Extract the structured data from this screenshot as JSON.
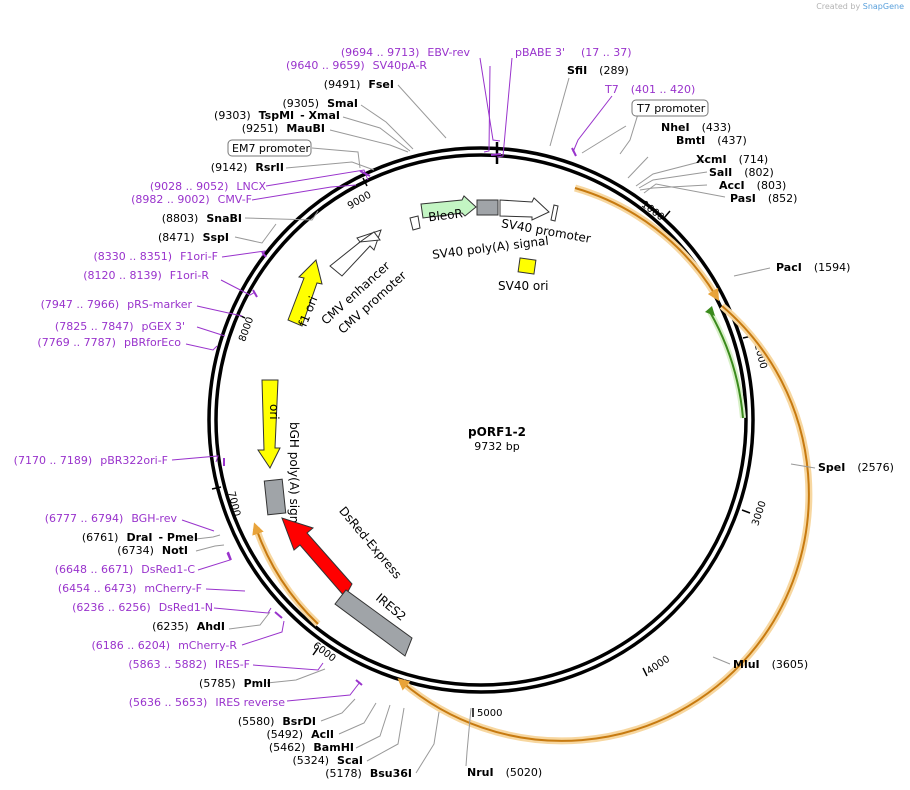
{
  "header": {
    "created_by": "Created by",
    "brand": "SnapGene"
  },
  "plasmid": {
    "name": "pORF1-2",
    "size_label": "9732 bp"
  },
  "ticks": [
    "1000",
    "2000",
    "3000",
    "4000",
    "5000",
    "6000",
    "7000",
    "8000",
    "9000"
  ],
  "enzymes_right": [
    {
      "name": "SfiI",
      "pos": "(289)"
    },
    {
      "name": "NheI",
      "pos": "(433)"
    },
    {
      "name": "BmtI",
      "pos": "(437)"
    },
    {
      "name": "XcmI",
      "pos": "(714)"
    },
    {
      "name": "SalI",
      "pos": "(802)"
    },
    {
      "name": "AccI",
      "pos": "(803)"
    },
    {
      "name": "PasI",
      "pos": "(852)"
    },
    {
      "name": "PacI",
      "pos": "(1594)"
    },
    {
      "name": "SpeI",
      "pos": "(2576)"
    },
    {
      "name": "MluI",
      "pos": "(3605)"
    },
    {
      "name": "NruI",
      "pos": "(5020)"
    }
  ],
  "enzymes_left": [
    {
      "name": "FseI",
      "pos": "(9491)"
    },
    {
      "name": "SmaI",
      "pos": "(9305)"
    },
    {
      "name": "TspMI",
      "pos": "(9303)",
      "extra": "- XmaI"
    },
    {
      "name": "MauBI",
      "pos": "(9251)"
    },
    {
      "name": "RsrII",
      "pos": "(9142)"
    },
    {
      "name": "SnaBI",
      "pos": "(8803)"
    },
    {
      "name": "SspI",
      "pos": "(8471)"
    },
    {
      "name": "DraI",
      "pos": "(6761)",
      "extra": "- PmeI"
    },
    {
      "name": "NotI",
      "pos": "(6734)"
    },
    {
      "name": "AhdI",
      "pos": "(6235)"
    },
    {
      "name": "PmlI",
      "pos": "(5785)"
    },
    {
      "name": "BsrDI",
      "pos": "(5580)"
    },
    {
      "name": "AclI",
      "pos": "(5492)"
    },
    {
      "name": "BamHI",
      "pos": "(5462)"
    },
    {
      "name": "ScaI",
      "pos": "(5324)"
    },
    {
      "name": "Bsu36I",
      "pos": "(5178)"
    }
  ],
  "primers": [
    {
      "range": "(9694 .. 9713)",
      "name": "EBV-rev"
    },
    {
      "range": "(9640 .. 9659)",
      "name": "SV40pA-R"
    },
    {
      "range": "",
      "name": "pBABE 3'"
    },
    {
      "range": "(17 .. 37)",
      "name": ""
    },
    {
      "range": "(401 .. 420)",
      "name": "T7"
    },
    {
      "range": "(9028 .. 9052)",
      "name": "LNCX"
    },
    {
      "range": "(8982 .. 9002)",
      "name": "CMV-F"
    },
    {
      "range": "(8330 .. 8351)",
      "name": "F1ori-F"
    },
    {
      "range": "(8120 .. 8139)",
      "name": "F1ori-R"
    },
    {
      "range": "(7947 .. 7966)",
      "name": "pRS-marker"
    },
    {
      "range": "(7825 .. 7847)",
      "name": "pGEX 3'"
    },
    {
      "range": "(7769 .. 7787)",
      "name": "pBRforEco"
    },
    {
      "range": "(7170 .. 7189)",
      "name": "pBR322ori-F"
    },
    {
      "range": "(6777 .. 6794)",
      "name": "BGH-rev"
    },
    {
      "range": "(6648 .. 6671)",
      "name": "DsRed1-C"
    },
    {
      "range": "(6454 .. 6473)",
      "name": "mCherry-F"
    },
    {
      "range": "(6236 .. 6256)",
      "name": "DsRed1-N"
    },
    {
      "range": "(6186 .. 6204)",
      "name": "mCherry-R"
    },
    {
      "range": "(5863 .. 5882)",
      "name": "IRES-F"
    },
    {
      "range": "(5636 .. 5653)",
      "name": "IRES reverse"
    }
  ],
  "boxed_labels": {
    "t7_promoter": "T7 promoter",
    "em7_promoter": "EM7 promoter"
  },
  "features": {
    "bleor": "BleoR",
    "sv40_promoter": "SV40 promoter",
    "sv40_polya": "SV40 poly(A) signal",
    "sv40_ori": "SV40 ori",
    "cmv_enhancer": "CMV enhancer",
    "cmv_promoter": "CMV promoter",
    "f1_ori": "f1 ori",
    "ori": "ori",
    "bgh_polya": "bGH poly(A) signal",
    "dsred": "DsRed-Express",
    "ires2": "IRES2"
  },
  "colors": {
    "primer": "#9933cc",
    "orf": "#e8a33a",
    "orf2": "#4aa02c",
    "bleor": "#b8f0b8",
    "f1": "#ffff00",
    "dsred": "#ff0000",
    "gray": "#a0a4a8"
  }
}
